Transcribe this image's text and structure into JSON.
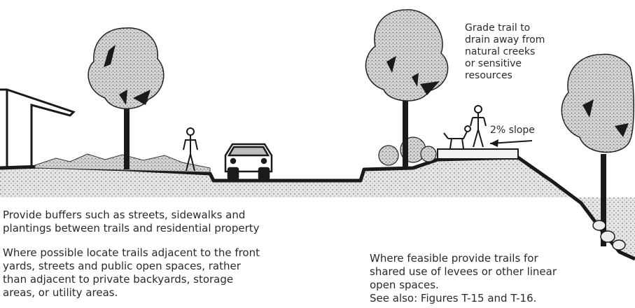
{
  "annotations": {
    "grade_note": "Grade trail to\ndrain away from\nnatural creeks\nor sensitive\nresources",
    "slope_label": "2% slope"
  },
  "captions": {
    "buffers": "Provide buffers such as streets, sidewalks and\nplantings between trails and residential property",
    "locate": "Where possible locate trails adjacent to the front\nyards, streets and public open spaces, rather\nthan adjacent to private backyards, storage\nareas, or utility areas.",
    "levees": "Where feasible provide trails for\nshared use of levees or other linear\nopen spaces.\nSee also: Figures T-15 and T-16."
  },
  "colors": {
    "ink": "#1a1a1a",
    "stipple": "#8a8a8a",
    "ground_fill": "#d9d9d9",
    "foliage_fill": "#cfcfcf"
  },
  "icons": [
    "house-icon",
    "tree-icon",
    "pedestrian-icon",
    "car-icon",
    "shrub-icon",
    "runner-icon",
    "dog-icon",
    "slope-arrow-icon"
  ]
}
